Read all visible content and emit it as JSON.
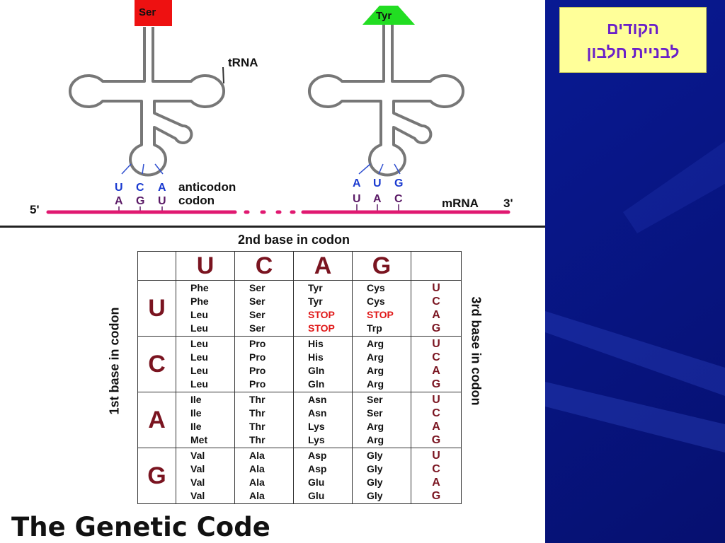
{
  "slide_title": {
    "line1": "הקודים",
    "line2": "לבניית חלבון"
  },
  "trna_diagram": {
    "left_amino_acid": "Ser",
    "right_amino_acid": "Tyr",
    "trna_label": "tRNA",
    "anticodon_label": "anticodon",
    "codon_label": "codon",
    "five_prime": "5'",
    "mrna_label": "mRNA",
    "three_prime": "3'",
    "left_anticodon": [
      "U",
      "C",
      "A"
    ],
    "left_codon": [
      "A",
      "G",
      "U"
    ],
    "right_anticodon": [
      "A",
      "U",
      "G"
    ],
    "right_codon": [
      "U",
      "A",
      "C"
    ],
    "colors": {
      "ser": "#ee1111",
      "tyr": "#22dd22",
      "mrna": "#e01870",
      "anticodon": "#1a3ad0",
      "codon": "#5a1a66",
      "trna": "#777777"
    }
  },
  "genetic_code": {
    "title": "The Genetic Code",
    "second_base_label": "2nd base in codon",
    "first_base_label": "1st base in codon",
    "third_base_label": "3rd base in codon",
    "second_bases": [
      "U",
      "C",
      "A",
      "G"
    ],
    "rows": [
      {
        "first": "U",
        "third": [
          "U",
          "C",
          "A",
          "G"
        ],
        "cells": [
          [
            "Phe",
            "Phe",
            "Leu",
            "Leu"
          ],
          [
            "Ser",
            "Ser",
            "Ser",
            "Ser"
          ],
          [
            "Tyr",
            "Tyr",
            "STOP",
            "STOP"
          ],
          [
            "Cys",
            "Cys",
            "STOP",
            "Trp"
          ]
        ]
      },
      {
        "first": "C",
        "third": [
          "U",
          "C",
          "A",
          "G"
        ],
        "cells": [
          [
            "Leu",
            "Leu",
            "Leu",
            "Leu"
          ],
          [
            "Pro",
            "Pro",
            "Pro",
            "Pro"
          ],
          [
            "His",
            "His",
            "Gln",
            "Gln"
          ],
          [
            "Arg",
            "Arg",
            "Arg",
            "Arg"
          ]
        ]
      },
      {
        "first": "A",
        "third": [
          "U",
          "C",
          "A",
          "G"
        ],
        "cells": [
          [
            "Ile",
            "Ile",
            "Ile",
            "Met"
          ],
          [
            "Thr",
            "Thr",
            "Thr",
            "Thr"
          ],
          [
            "Asn",
            "Asn",
            "Lys",
            "Lys"
          ],
          [
            "Ser",
            "Ser",
            "Arg",
            "Arg"
          ]
        ]
      },
      {
        "first": "G",
        "third": [
          "U",
          "C",
          "A",
          "G"
        ],
        "cells": [
          [
            "Val",
            "Val",
            "Val",
            "Val"
          ],
          [
            "Ala",
            "Ala",
            "Ala",
            "Ala"
          ],
          [
            "Asp",
            "Asp",
            "Glu",
            "Glu"
          ],
          [
            "Gly",
            "Gly",
            "Gly",
            "Gly"
          ]
        ]
      }
    ],
    "colors": {
      "base_letters": "#7a1420",
      "stop": "#e01818"
    }
  }
}
